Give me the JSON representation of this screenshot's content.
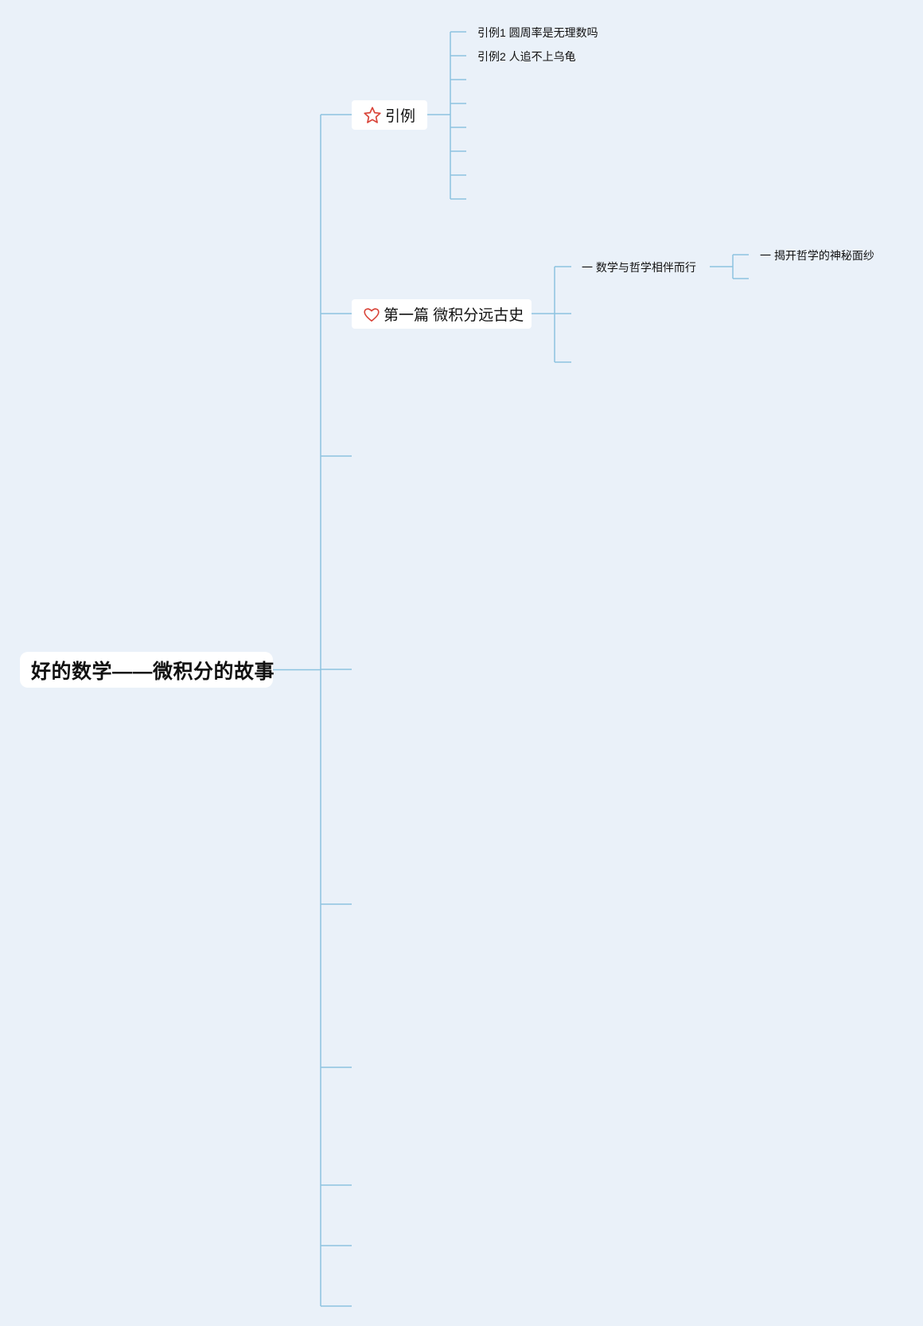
{
  "mindmap": {
    "root": {
      "title": "好的数学——微积分的故事"
    },
    "colors": {
      "background": "#eaf1f9",
      "line": "#8cc3e0",
      "icon_red": "#d9453a",
      "node_bg": "#ffffff"
    },
    "topics": [
      {
        "label": "引例",
        "icon": "star-icon",
        "children": [
          {
            "label": "引例1 圆周率是无理数吗"
          },
          {
            "label": "引例2 人追不上乌龟"
          }
        ]
      },
      {
        "label": "第一篇 微积分远古史",
        "icon": "heart-icon",
        "children": [
          {
            "label": "一 数学与哲学相伴而行",
            "children": [
              {
                "label": "一 揭开哲学的神秘面纱"
              }
            ]
          }
        ]
      }
    ]
  }
}
